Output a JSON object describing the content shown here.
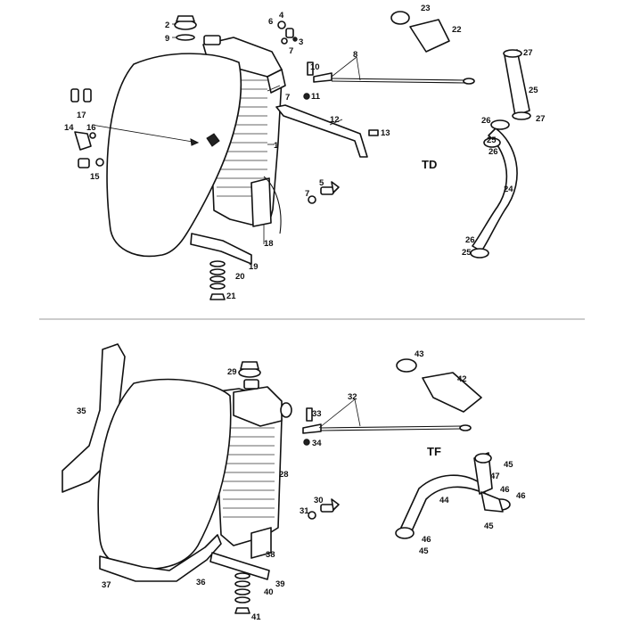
{
  "sections": {
    "top": {
      "model": "TD"
    },
    "bottom": {
      "model": "TF"
    }
  },
  "callouts_top": [
    "1",
    "2",
    "3",
    "4",
    "5",
    "6",
    "7",
    "7",
    "7",
    "8",
    "9",
    "10",
    "11",
    "12",
    "13",
    "14",
    "15",
    "16",
    "17",
    "18",
    "19",
    "20",
    "21",
    "22",
    "23",
    "24",
    "25",
    "25",
    "25",
    "26",
    "26",
    "26",
    "27",
    "27"
  ],
  "callouts_bottom": [
    "28",
    "29",
    "30",
    "31",
    "32",
    "33",
    "34",
    "35",
    "36",
    "37",
    "38",
    "39",
    "40",
    "41",
    "42",
    "43",
    "44",
    "45",
    "45",
    "45",
    "46",
    "46",
    "46",
    "47"
  ],
  "colors": {
    "ink": "#111111",
    "paper": "#ffffff",
    "divider": "#999999"
  }
}
